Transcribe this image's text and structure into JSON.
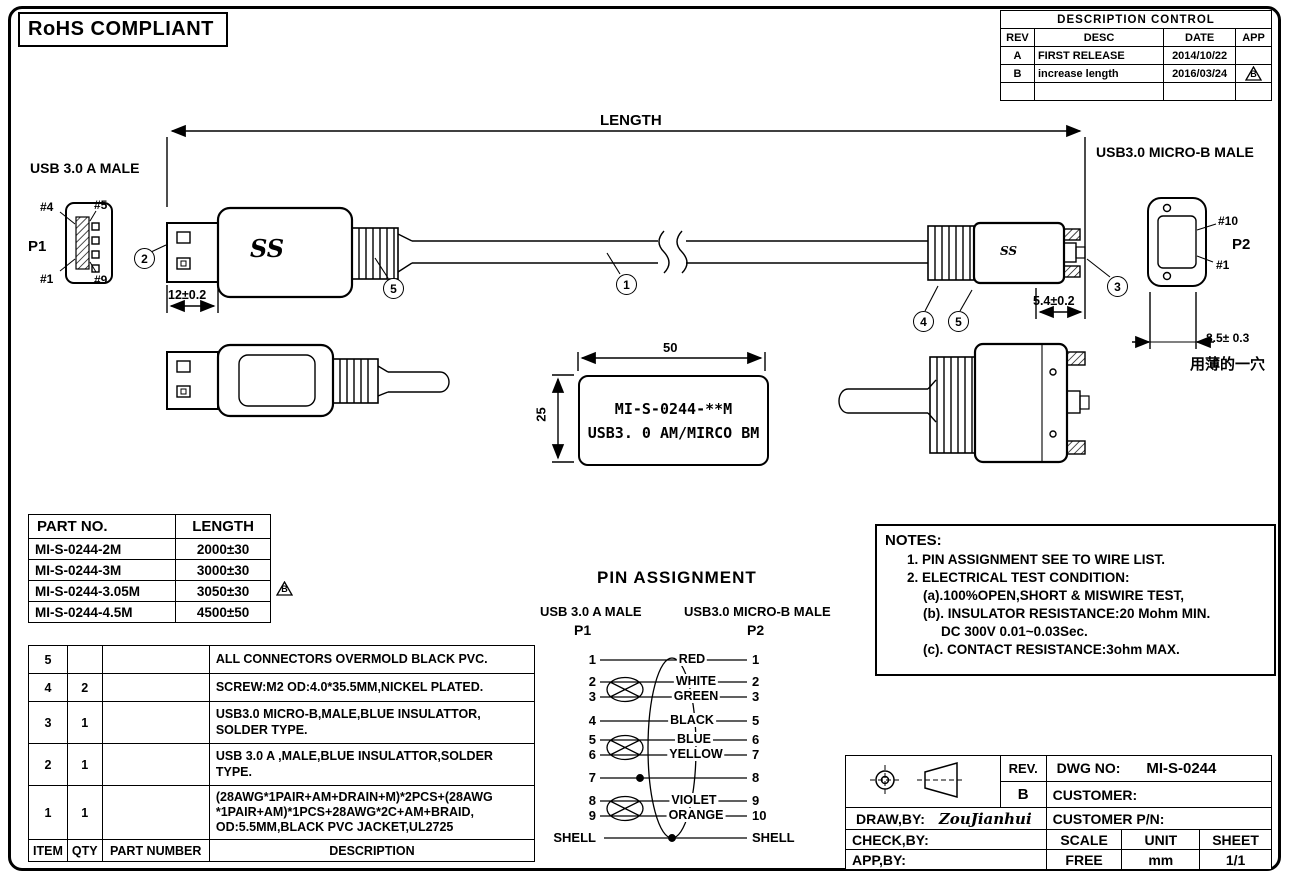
{
  "rohs_label": "RoHS COMPLIANT",
  "description_control": {
    "title": "DESCRIPTION  CONTROL",
    "headers": [
      "REV",
      "DESC",
      "DATE",
      "APP"
    ],
    "rows": [
      {
        "rev": "A",
        "desc": "FIRST RELEASE",
        "date": "2014/10/22",
        "app": ""
      },
      {
        "rev": "B",
        "desc": "increase length",
        "date": "2016/03/24",
        "app": "B"
      }
    ]
  },
  "drawing": {
    "length_label": "LENGTH",
    "usb_a_label": "USB 3.0 A MALE",
    "micro_b_label": "USB3.0 MICRO-B MALE",
    "p1": "P1",
    "p2": "P2",
    "pins_a": {
      "p4": "#4",
      "p5": "#5",
      "p1": "#1",
      "p9": "#9"
    },
    "pins_b": {
      "p10": "#10",
      "p1": "#1"
    },
    "dims": {
      "d12": "12±0.2",
      "d54": "5.4±0.2",
      "d85": "8.5± 0.3",
      "d50": "50",
      "d25": "25"
    },
    "chinese_note": "用薄的一穴",
    "ss_logo": "SS",
    "label_box": {
      "line1": "MI-S-0244-**M",
      "line2": "USB3. 0 AM/MIRCO BM"
    }
  },
  "callouts": {
    "c1": "1",
    "c2": "2",
    "c3": "3",
    "c4": "4",
    "c5": "5"
  },
  "part_table": {
    "headers": [
      "PART NO.",
      "LENGTH"
    ],
    "rows": [
      {
        "part": "MI-S-0244-2M",
        "length": "2000±30",
        "flag": ""
      },
      {
        "part": "MI-S-0244-3M",
        "length": "3000±30",
        "flag": ""
      },
      {
        "part": "MI-S-0244-3.05M",
        "length": "3050±30",
        "flag": "B"
      },
      {
        "part": "MI-S-0244-4.5M",
        "length": "4500±50",
        "flag": ""
      }
    ]
  },
  "bom": {
    "footer": [
      "ITEM",
      "QTY",
      "PART NUMBER",
      "DESCRIPTION"
    ],
    "rows": [
      {
        "item": "5",
        "qty": "",
        "part_number": "",
        "description": "ALL CONNECTORS OVERMOLD BLACK PVC."
      },
      {
        "item": "4",
        "qty": "2",
        "part_number": "",
        "description": "SCREW:M2  OD:4.0*35.5MM,NICKEL PLATED."
      },
      {
        "item": "3",
        "qty": "1",
        "part_number": "",
        "description": "USB3.0 MICRO-B,MALE,BLUE  INSULATTOR,\nSOLDER TYPE."
      },
      {
        "item": "2",
        "qty": "1",
        "part_number": "",
        "description": "USB 3.0 A ,MALE,BLUE INSULATTOR,SOLDER\nTYPE."
      },
      {
        "item": "1",
        "qty": "1",
        "part_number": "",
        "description": "(28AWG*1PAIR+AM+DRAIN+M)*2PCS+(28AWG\n*1PAIR+AM)*1PCS+28AWG*2C+AM+BRAID,\nOD:5.5MM,BLACK PVC JACKET,UL2725"
      }
    ]
  },
  "pin_assignment": {
    "title": "PIN  ASSIGNMENT",
    "left_header": "USB 3.0 A MALE",
    "right_header": "USB3.0 MICRO-B MALE",
    "p1": "P1",
    "p2": "P2",
    "rows": [
      {
        "left": "1",
        "wire": "RED",
        "right": "1"
      },
      {
        "left": "2",
        "wire": "WHITE",
        "right": "2"
      },
      {
        "left": "3",
        "wire": "GREEN",
        "right": "3"
      },
      {
        "left": "4",
        "wire": "BLACK",
        "right": "5"
      },
      {
        "left": "5",
        "wire": "BLUE",
        "right": "6"
      },
      {
        "left": "6",
        "wire": "YELLOW",
        "right": "7"
      },
      {
        "left": "7",
        "wire": "",
        "right": "8"
      },
      {
        "left": "8",
        "wire": "VIOLET",
        "right": "9"
      },
      {
        "left": "9",
        "wire": "ORANGE",
        "right": "10"
      },
      {
        "left": "SHELL",
        "wire": "",
        "right": "SHELL"
      }
    ]
  },
  "notes": {
    "title": "NOTES:",
    "lines": [
      "1. PIN ASSIGNMENT SEE TO WIRE LIST.",
      "2. ELECTRICAL TEST CONDITION:",
      "(a).100%OPEN,SHORT & MISWIRE TEST,",
      "(b). INSULATOR RESISTANCE:20 Mohm MIN.",
      "DC 300V 0.01~0.03Sec.",
      "(c). CONTACT RESISTANCE:3ohm MAX."
    ]
  },
  "title_block": {
    "rev_label": "REV.",
    "rev_value": "B",
    "dwg_no_label": "DWG NO:",
    "dwg_no_value": "MI-S-0244",
    "customer_label": "CUSTOMER:",
    "customer_pn_label": "CUSTOMER P/N:",
    "draw_by_label": "DRAW,BY:",
    "draw_by_value": "ZouJianhui",
    "check_by_label": "CHECK,BY:",
    "app_by_label": "APP,BY:",
    "scale_label": "SCALE",
    "scale_value": "FREE",
    "unit_label": "UNIT",
    "unit_value": "mm",
    "sheet_label": "SHEET",
    "sheet_value": "1/1"
  }
}
